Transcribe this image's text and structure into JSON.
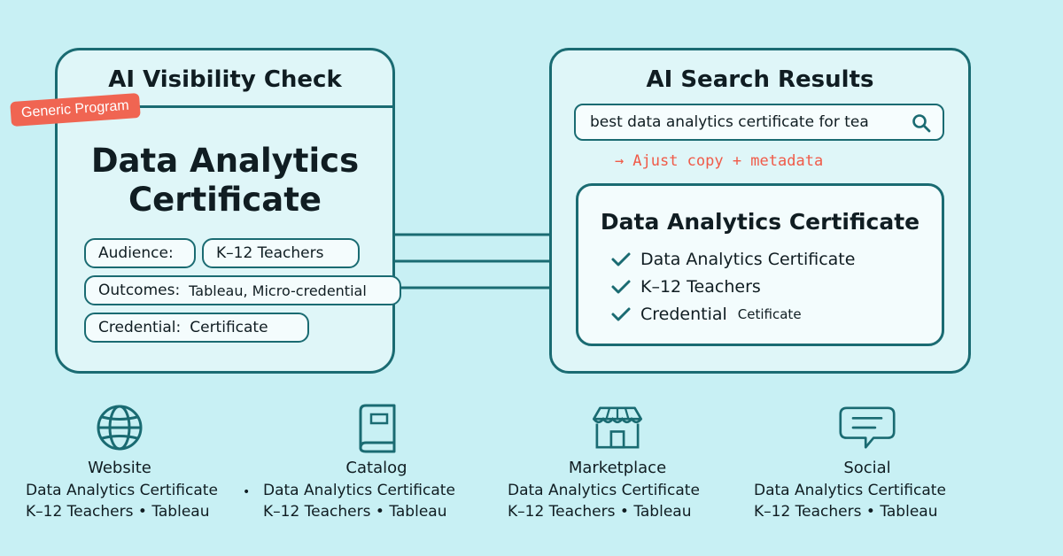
{
  "visibility_card": {
    "title": "AI Visibility Check",
    "badge": "Generic Program",
    "program_title_line1": "Data Analytics",
    "program_title_line2": "Certificate",
    "audience_label": "Audience:",
    "audience_value": "K–12 Teachers",
    "outcomes_label": "Outcomes:",
    "outcomes_value": "Tableau, Micro-credential",
    "credential_label": "Credential:",
    "credential_value": "Certificate"
  },
  "search_card": {
    "title": "AI Search Results",
    "query": "best data analytics certificate for tea",
    "hint_arrow": "→",
    "hint": "Ajust copy + metadata",
    "result": {
      "title": "Data Analytics Certificate",
      "items": [
        {
          "text": "Data Analytics Certificate",
          "sub": ""
        },
        {
          "text": "K–12 Teachers",
          "sub": ""
        },
        {
          "text": "Credential",
          "sub": "Cetificate"
        }
      ]
    }
  },
  "channels": [
    {
      "icon": "globe-icon",
      "name": "Website",
      "line1": "Data Analytics Certificate",
      "line2": "K–12 Teachers  •  Tableau"
    },
    {
      "icon": "book-icon",
      "name": "Catalog",
      "line1": "Data Analytics Certificate",
      "line2": "K–12 Teachers  •  Tableau"
    },
    {
      "icon": "storefront-icon",
      "name": "Marketplace",
      "line1": "Data Analytics Certificate",
      "line2": "K–12 Teachers  •  Tableau"
    },
    {
      "icon": "chat-bubble-icon",
      "name": "Social",
      "line1": "Data Analytics Certificate",
      "line2": "K–12 Teachers  •  Tableau"
    }
  ],
  "separator": "•",
  "colors": {
    "background": "#c8f0f4",
    "border": "#1a6b72",
    "card_fill": "#dff6f8",
    "badge": "#f06552",
    "hint": "#f05a48"
  }
}
